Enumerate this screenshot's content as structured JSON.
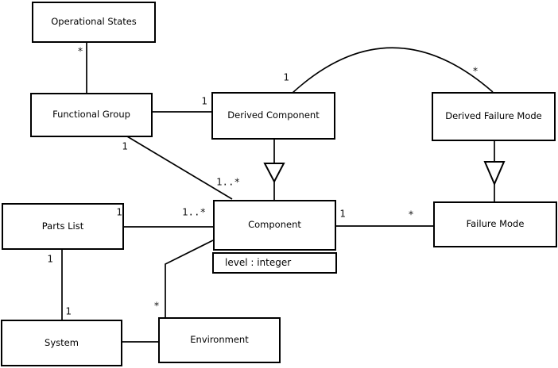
{
  "diagram": {
    "kind": "UML class diagram",
    "background_color": "#ffffff",
    "line_color": "#000000",
    "text_color": "#000000",
    "classes": [
      {
        "name": "Operational States",
        "attributes": []
      },
      {
        "name": "Functional Group",
        "attributes": []
      },
      {
        "name": "Derived Component",
        "attributes": []
      },
      {
        "name": "Derived Failure Mode",
        "attributes": []
      },
      {
        "name": "Parts List",
        "attributes": []
      },
      {
        "name": "Component",
        "attributes": [
          "level : integer"
        ]
      },
      {
        "name": "Failure Mode",
        "attributes": []
      },
      {
        "name": "System",
        "attributes": []
      },
      {
        "name": "Environment",
        "attributes": []
      }
    ],
    "associations": [
      {
        "ends": [
          "Operational States",
          "Functional Group"
        ],
        "multiplicities": [
          "*",
          ""
        ]
      },
      {
        "ends": [
          "Functional Group",
          "Derived Component"
        ],
        "multiplicities": [
          "",
          "1"
        ]
      },
      {
        "ends": [
          "Functional Group",
          "Component"
        ],
        "multiplicities": [
          "1",
          "1..*"
        ]
      },
      {
        "ends": [
          "Derived Component",
          "Derived Failure Mode"
        ],
        "multiplicities": [
          "1",
          "*"
        ],
        "style": "arc"
      },
      {
        "ends": [
          "Parts List",
          "Component"
        ],
        "multiplicities": [
          "1",
          "1..*"
        ]
      },
      {
        "ends": [
          "Component",
          "Failure Mode"
        ],
        "multiplicities": [
          "1",
          "*"
        ]
      },
      {
        "ends": [
          "Parts List",
          "System"
        ],
        "multiplicities": [
          "1",
          "1"
        ]
      },
      {
        "ends": [
          "System",
          "Environment"
        ],
        "multiplicities": [
          "",
          ""
        ]
      },
      {
        "ends": [
          "Environment",
          "Component"
        ],
        "multiplicities": [
          "*",
          ""
        ]
      }
    ],
    "generalizations": [
      {
        "from": "Derived Component",
        "to": "Component"
      },
      {
        "from": "Derived Failure Mode",
        "to": "Failure Mode"
      }
    ]
  }
}
